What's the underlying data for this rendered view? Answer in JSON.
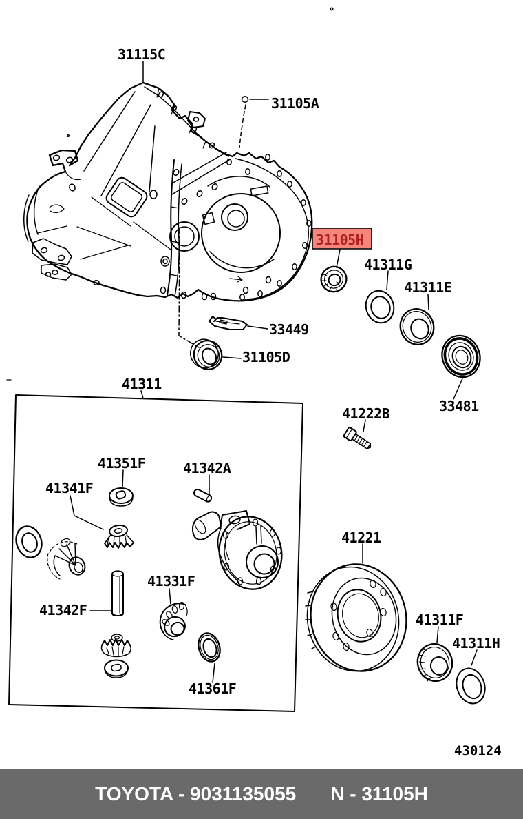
{
  "diagram": {
    "figure_number": "430124",
    "labels": {
      "p31115c": "31115C",
      "p31105a": "31105A",
      "p31105h": "31105H",
      "p41311g": "41311G",
      "p41311e": "41311E",
      "p33481": "33481",
      "p33449": "33449",
      "p31105d": "31105D",
      "p41311": "41311",
      "p41222b": "41222B",
      "p41351f": "41351F",
      "p41342a": "41342A",
      "p41341f": "41341F",
      "p41342f": "41342F",
      "p41331f": "41331F",
      "p41361f": "41361F",
      "p41221": "41221",
      "p41311f": "41311F",
      "p41311h": "41311H"
    }
  },
  "highlight": {
    "part_code": "31105H",
    "background": "#F4867E",
    "text_color": "#B22020"
  },
  "footer": {
    "left_text": "TOYOTA - 9031135055",
    "right_text": "N - 31105H",
    "background": "#6A6A6A",
    "text_color": "#FFFFFF"
  }
}
